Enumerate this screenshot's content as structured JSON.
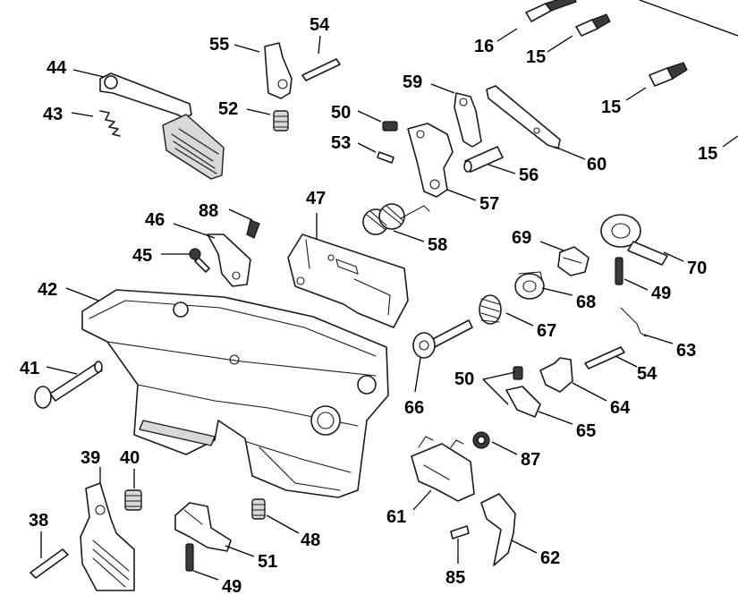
{
  "diagram": {
    "callouts": [
      {
        "id": "c15a",
        "text": "15"
      },
      {
        "id": "c15b",
        "text": "15"
      },
      {
        "id": "c15c",
        "text": "15"
      },
      {
        "id": "c16",
        "text": "16"
      },
      {
        "id": "c54a",
        "text": "54"
      },
      {
        "id": "c55",
        "text": "55"
      },
      {
        "id": "c44",
        "text": "44"
      },
      {
        "id": "c43",
        "text": "43"
      },
      {
        "id": "c52",
        "text": "52"
      },
      {
        "id": "c50a",
        "text": "50"
      },
      {
        "id": "c53",
        "text": "53"
      },
      {
        "id": "c59",
        "text": "59"
      },
      {
        "id": "c60",
        "text": "60"
      },
      {
        "id": "c56",
        "text": "56"
      },
      {
        "id": "c57",
        "text": "57"
      },
      {
        "id": "c58",
        "text": "58"
      },
      {
        "id": "c47",
        "text": "47"
      },
      {
        "id": "c88",
        "text": "88"
      },
      {
        "id": "c46",
        "text": "46"
      },
      {
        "id": "c45",
        "text": "45"
      },
      {
        "id": "c69",
        "text": "69"
      },
      {
        "id": "c70",
        "text": "70"
      },
      {
        "id": "c49a",
        "text": "49"
      },
      {
        "id": "c68",
        "text": "68"
      },
      {
        "id": "c67",
        "text": "67"
      },
      {
        "id": "c63",
        "text": "63"
      },
      {
        "id": "c54b",
        "text": "54"
      },
      {
        "id": "c42",
        "text": "42"
      },
      {
        "id": "c41",
        "text": "41"
      },
      {
        "id": "c66",
        "text": "66"
      },
      {
        "id": "c50b",
        "text": "50"
      },
      {
        "id": "c64",
        "text": "64"
      },
      {
        "id": "c65",
        "text": "65"
      },
      {
        "id": "c87",
        "text": "87"
      },
      {
        "id": "c39",
        "text": "39"
      },
      {
        "id": "c40",
        "text": "40"
      },
      {
        "id": "c38",
        "text": "38"
      },
      {
        "id": "c48",
        "text": "48"
      },
      {
        "id": "c51",
        "text": "51"
      },
      {
        "id": "c49b",
        "text": "49"
      },
      {
        "id": "c61",
        "text": "61"
      },
      {
        "id": "c62",
        "text": "62"
      },
      {
        "id": "c85",
        "text": "85"
      }
    ]
  }
}
